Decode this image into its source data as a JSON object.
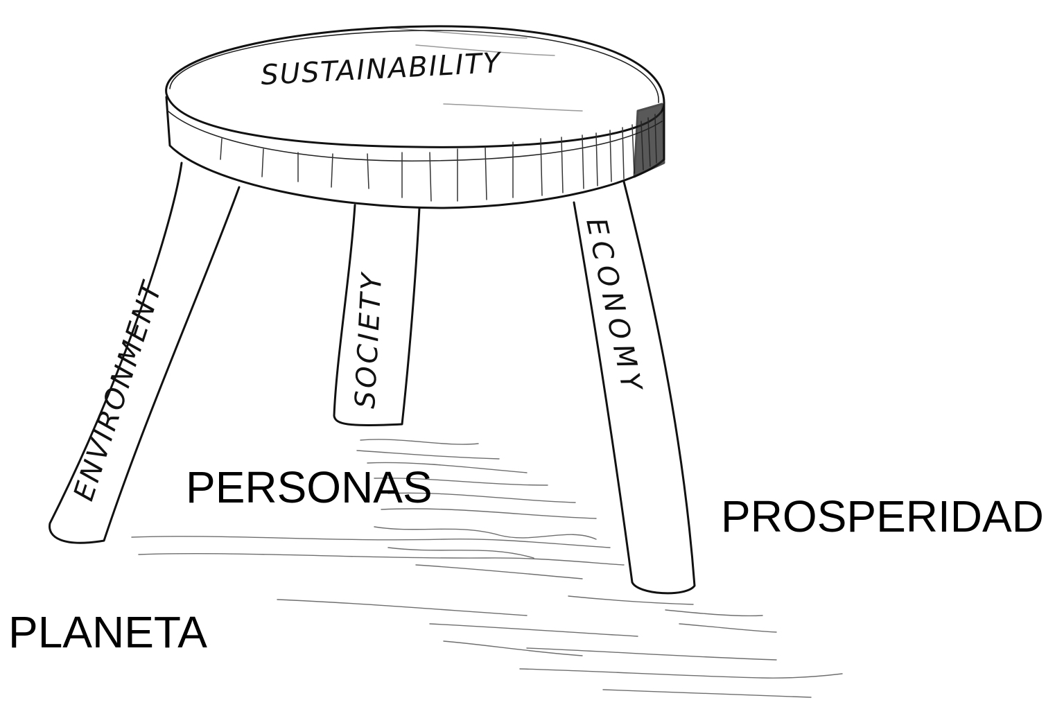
{
  "diagram": {
    "seat_label": "SUSTAINABILITY",
    "legs": [
      {
        "id": "environment",
        "label": "ENVIRONMENT"
      },
      {
        "id": "society",
        "label": "SOCIETY"
      },
      {
        "id": "economy",
        "label": "ECONOMY"
      }
    ],
    "overlay_labels": {
      "personas": "PERSONAS",
      "prosperidad": "PROSPERIDAD",
      "planeta": "PLANETA"
    },
    "colors": {
      "ink": "#111111",
      "background": "#ffffff",
      "shadow": "#555555"
    }
  }
}
